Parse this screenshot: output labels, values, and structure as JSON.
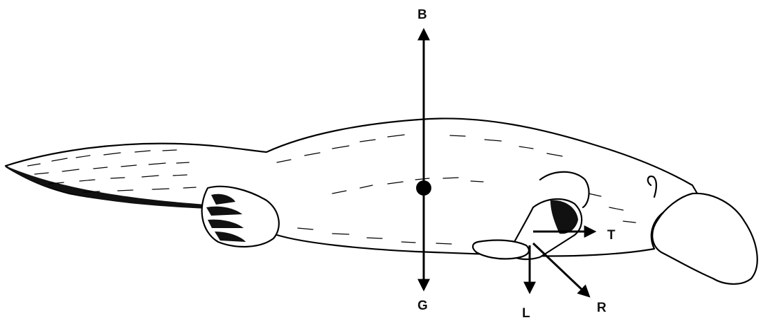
{
  "force_labels": {
    "buoyancy": "B",
    "gravity": "G",
    "thrust": "T",
    "lift": "L",
    "resultant": "R"
  }
}
